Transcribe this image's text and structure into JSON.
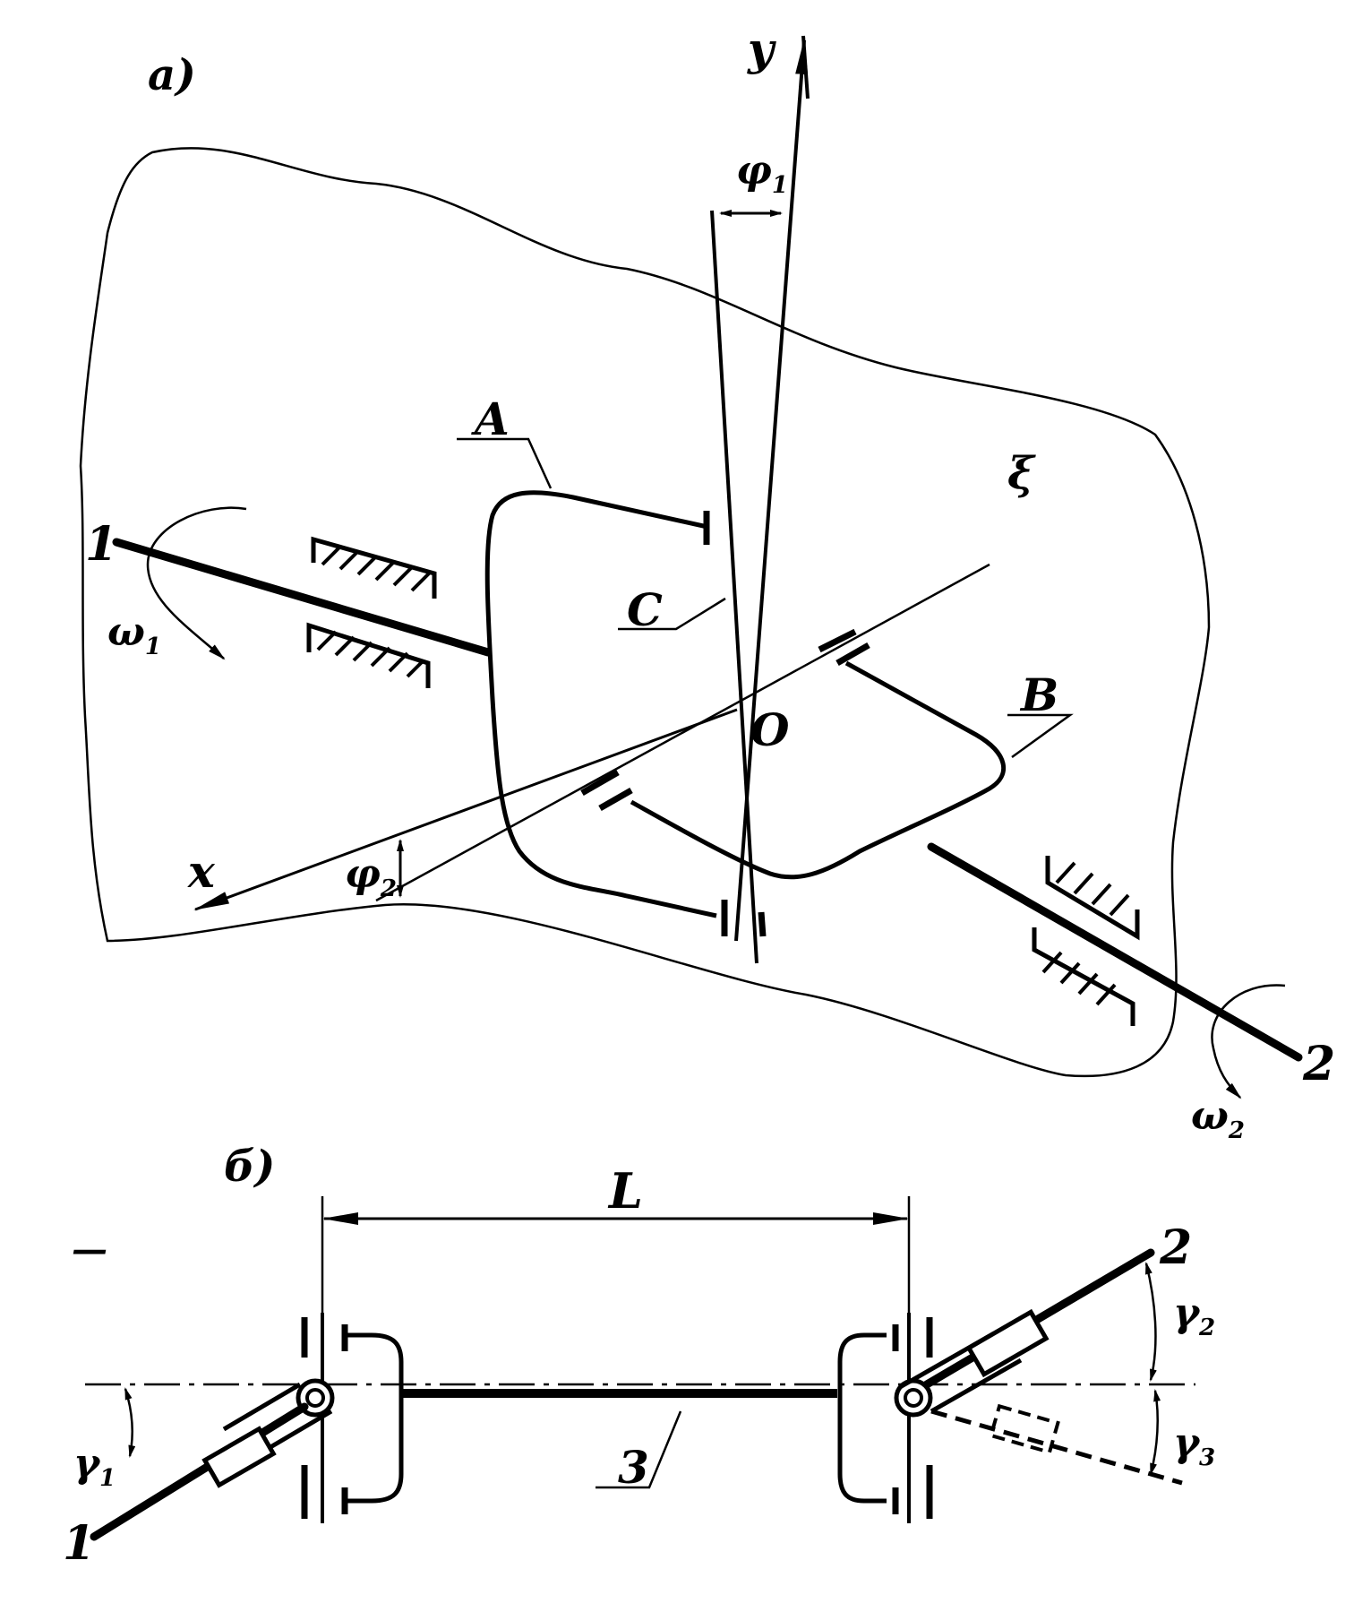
{
  "part_a": {
    "panel_label": "а)",
    "axis_y": "y",
    "axis_x": "x",
    "angle_phi1": "φ",
    "angle_phi1_sub": "1",
    "angle_phi2": "φ",
    "angle_phi2_sub": "2",
    "plane": "ξ",
    "fork_a": "A",
    "fork_b": "B",
    "cross_c": "C",
    "center": "O",
    "shaft_1": "1",
    "shaft_2": "2",
    "omega1": "ω",
    "omega1_sub": "1",
    "omega2": "ω",
    "omega2_sub": "2"
  },
  "part_b": {
    "panel_label": "б)",
    "length": "L",
    "shaft_1": "1",
    "shaft_2": "2",
    "shaft_3": "3",
    "gamma1": "γ",
    "gamma1_sub": "1",
    "gamma2": "γ",
    "gamma2_sub": "2",
    "gamma3": "γ",
    "gamma3_sub": "3",
    "dash_mark": "—"
  }
}
